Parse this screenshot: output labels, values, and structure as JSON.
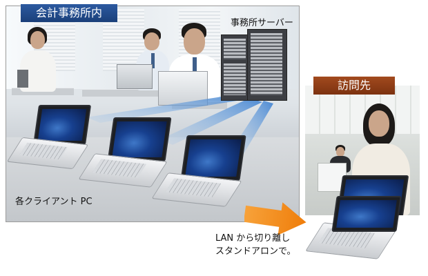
{
  "office": {
    "title": "会計事務所内"
  },
  "server": {
    "label": "事務所サーバー",
    "icon": "server-rack-icon"
  },
  "clients": {
    "label": "各クライアント PC"
  },
  "visit": {
    "title": "訪問先"
  },
  "caption": {
    "line1": "LAN から切り離し",
    "line2": "スタンドアロンで。"
  },
  "colors": {
    "office_tag": "#1a3f7a",
    "visit_tag": "#7c3210",
    "arrow": "#f08a10",
    "beam": "#5a96d8"
  }
}
